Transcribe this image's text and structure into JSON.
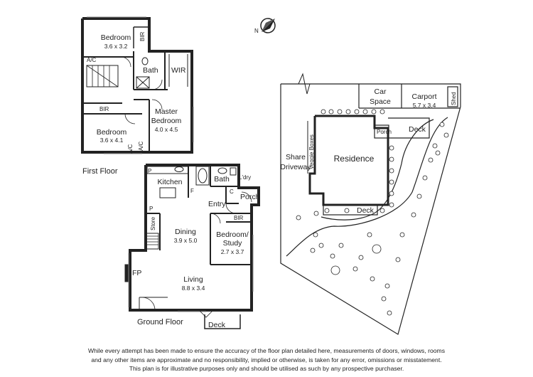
{
  "compass": {
    "label": "N"
  },
  "first_floor": {
    "label": "First Floor",
    "rooms": {
      "bedroom1": {
        "name": "Bedroom",
        "dims": "3.6 x 3.2"
      },
      "bir1": "BIR",
      "ac1": "A/C",
      "bath": "Bath",
      "wir": "WIR",
      "master": {
        "name1": "Master",
        "name2": "Bedroom",
        "dims": "4.0 x 4.5"
      },
      "bir2": "BIR",
      "bedroom2": {
        "name": "Bedroom",
        "dims": "3.6 x 4.1"
      },
      "ac2": "A/C",
      "ac3": "A/C"
    }
  },
  "ground_floor": {
    "label": "Ground Floor",
    "rooms": {
      "p1": "P",
      "kitchen": "Kitchen",
      "f": "F",
      "bath": "Bath",
      "ldry": "L'dry",
      "c": "C",
      "porch": "Porch",
      "entry": "Entry",
      "p2": "P",
      "store": "Store",
      "dining": {
        "name": "Dining",
        "dims": "3.9 x 5.0"
      },
      "bir": "BIR",
      "study": {
        "name1": "Bedroom/",
        "name2": "Study",
        "dims": "2.7 x 3.7"
      },
      "fp": "FP",
      "living": {
        "name": "Living",
        "dims": "8.8 x 3.4"
      },
      "deck": "Deck"
    }
  },
  "site_plan": {
    "car_space": {
      "line1": "Car",
      "line2": "Space"
    },
    "carport": {
      "name": "Carport",
      "dims": "5.7 x 3.4"
    },
    "shed": "Shed",
    "porch": "Porch",
    "deck_top": "Deck",
    "share_driveway": {
      "line1": "Share",
      "line2": "Driveway"
    },
    "veggie_boxes": "Veggie Boxes",
    "residence": "Residence",
    "deck_bottom": "Deck"
  },
  "disclaimer": {
    "line1": "While every attempt has been made to ensure the accuracy of the floor plan detailed here, measurements of doors, windows, rooms",
    "line2": "and any other items are approximate and no responsibility, implied or otherwise, is taken for any error, omissions or misstatement.",
    "line3": "This plan is for illustrative purposes only and should be utilised as such by any prospective purchaser."
  }
}
